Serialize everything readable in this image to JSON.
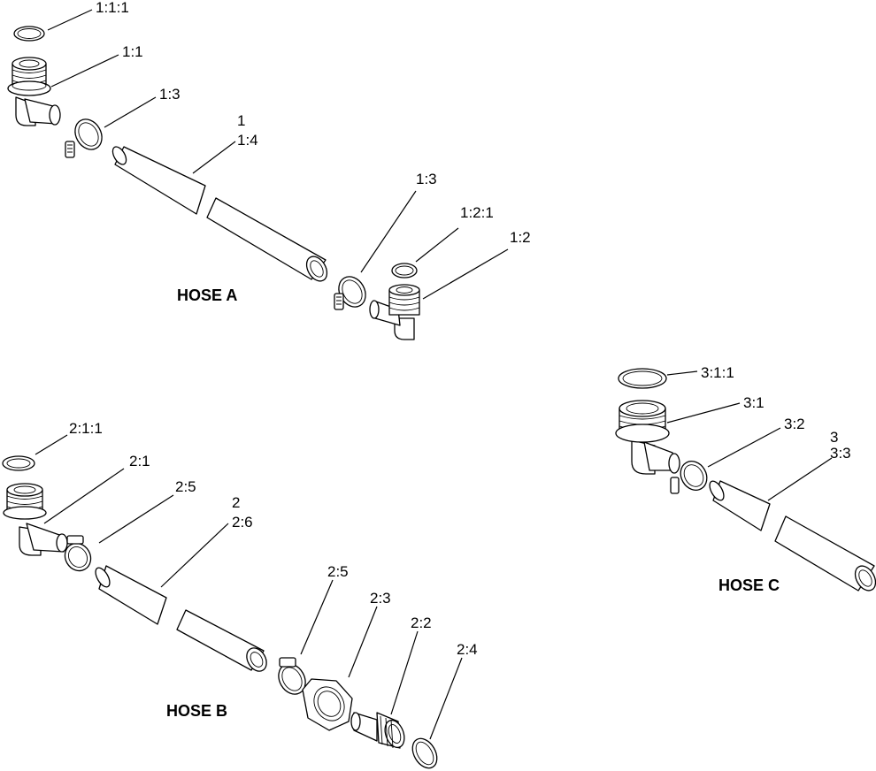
{
  "titles": {
    "hose_a": "HOSE A",
    "hose_b": "HOSE B",
    "hose_c": "HOSE C"
  },
  "callouts": {
    "a_111": "1:1:1",
    "a_11": "1:1",
    "a_13_top": "1:3",
    "a_1": "1",
    "a_14": "1:4",
    "a_13_bot": "1:3",
    "a_121": "1:2:1",
    "a_12": "1:2",
    "b_211": "2:1:1",
    "b_21": "2:1",
    "b_25_top": "2:5",
    "b_2": "2",
    "b_26": "2:6",
    "b_25_bot": "2:5",
    "b_23": "2:3",
    "b_22": "2:2",
    "b_24": "2:4",
    "c_311": "3:1:1",
    "c_31": "3:1",
    "c_32": "3:2",
    "c_3": "3",
    "c_33": "3:3"
  }
}
